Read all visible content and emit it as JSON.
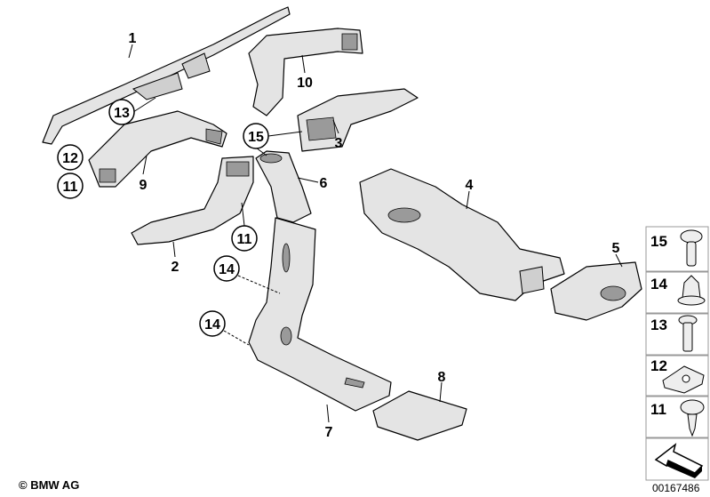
{
  "callouts": [
    {
      "id": "c1",
      "label": "1",
      "circled": false
    },
    {
      "id": "c10",
      "label": "10",
      "circled": false
    },
    {
      "id": "c13",
      "label": "13",
      "circled": true
    },
    {
      "id": "c15",
      "label": "15",
      "circled": true
    },
    {
      "id": "c3",
      "label": "3",
      "circled": false
    },
    {
      "id": "c12",
      "label": "12",
      "circled": true
    },
    {
      "id": "c11a",
      "label": "11",
      "circled": true
    },
    {
      "id": "c9",
      "label": "9",
      "circled": false
    },
    {
      "id": "c6",
      "label": "6",
      "circled": false
    },
    {
      "id": "c4",
      "label": "4",
      "circled": false
    },
    {
      "id": "c11b",
      "label": "11",
      "circled": true
    },
    {
      "id": "c5",
      "label": "5",
      "circled": false
    },
    {
      "id": "c2",
      "label": "2",
      "circled": false
    },
    {
      "id": "c14a",
      "label": "14",
      "circled": true
    },
    {
      "id": "c14b",
      "label": "14",
      "circled": true
    },
    {
      "id": "c8",
      "label": "8",
      "circled": false
    },
    {
      "id": "c7",
      "label": "7",
      "circled": false
    }
  ],
  "legend": [
    {
      "label": "15",
      "icon": "screw-flange-icon"
    },
    {
      "label": "14",
      "icon": "hex-nut-cap-icon"
    },
    {
      "label": "13",
      "icon": "bolt-icon"
    },
    {
      "label": "12",
      "icon": "spring-clip-icon"
    },
    {
      "label": "11",
      "icon": "self-tapping-screw-icon"
    },
    {
      "label": "",
      "icon": "direction-arrow-icon"
    }
  ],
  "footer": {
    "copyright": "© BMW AG",
    "diagram_number": "00167486"
  }
}
